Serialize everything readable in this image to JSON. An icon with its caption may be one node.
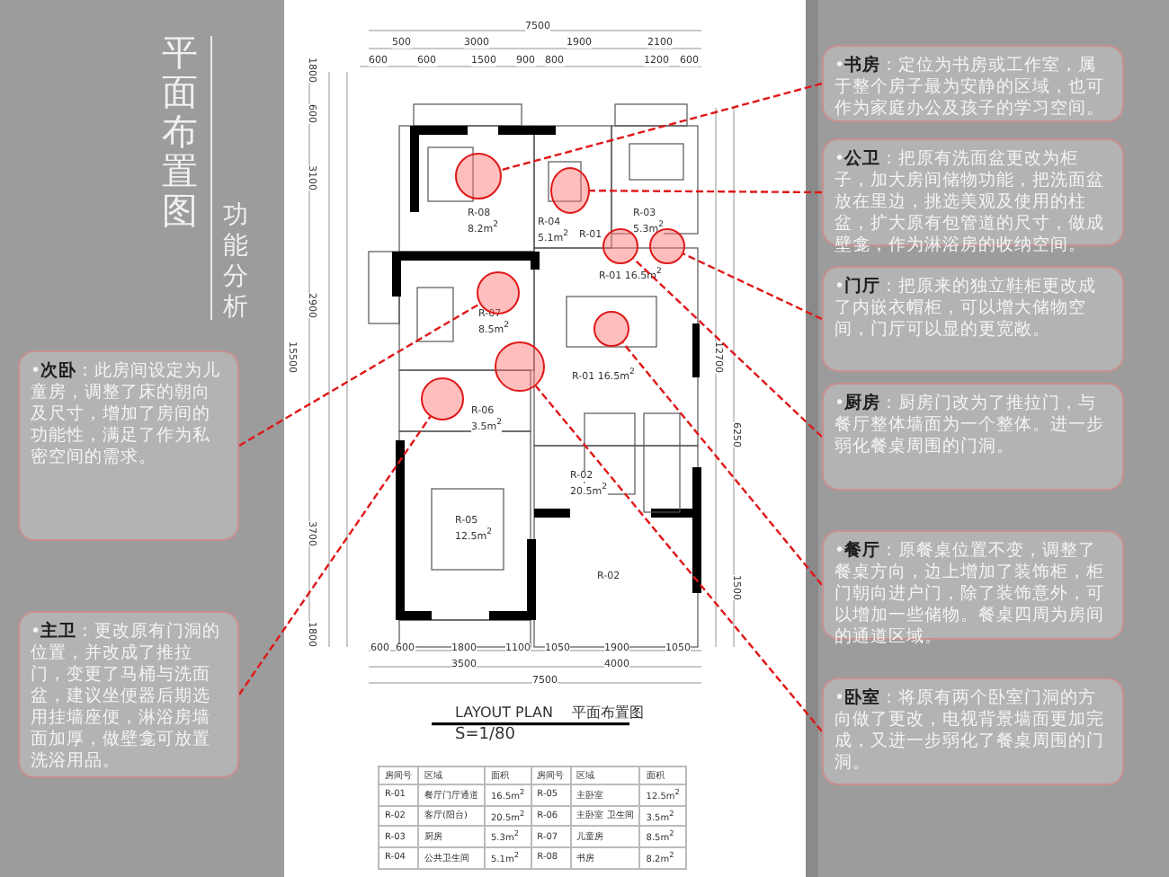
{
  "diagram": {
    "title": "平面布置图",
    "nodes": [
      {
        "text": [
          "•**次卧**：此房间设定为儿童房，调整了床的朝向及尺寸，增加了房间的功能性，满足了作为私密空间的需求。"
        ]
      },
      {
        "text": [
          "•**主卫**：更改原有门洞的位置，并改成了推拉门，变更了马桶与洗面盆，建议坐便器后期选用挂墙座便，淋浴房墙面加厚，做壁龛可放置洗浴用品。"
        ]
      },
      {
        "text": [
          "•**书房**：定位为书房或工作室，属于整个房子最为安静的区域，也可作为家庭办公及孩子的学习空间。"
        ]
      },
      {
        "text": [
          "•**公卫**：把原有洗面盆更改为柜子，加大房间储物功能，把洗面盆放在里边，挑选美观及使用的柱盆，扩大原有包管道的尺寸，做成壁龛，作为淋浴房的收纳空间。"
        ]
      },
      {
        "text": [
          "•**门厅**：把原来的独立鞋柜更改成了内嵌衣帽柜，可以增大储物空间，门厅可以显的更宽敞。"
        ]
      },
      {
        "text": [
          "•**厨房**：厨房门改为了推拉门，与餐厅整体墙面为一个整体。进一步弱化餐桌周围的门洞。"
        ]
      },
      {
        "text": [
          "•**餐厅**：原餐桌位置不变，调整了餐桌方向，边上增加了装饰柜，柜门朝向进户门，除了装饰意外，可以增加一些储物。餐桌四周为房间的通道区域。"
        ]
      },
      {
        "text": [
          "•**卧室**：将原有两个卧室门洞的方向做了更改，电视背景墙面更加完成，又进一步弱化了餐桌周围的门洞。"
        ]
      },
      {
        "text": [],
        "shape": "circle"
      },
      {
        "text": [],
        "shape": "circle"
      },
      {
        "text": [],
        "shape": "circle"
      },
      {
        "text": [],
        "shape": "circle"
      },
      {
        "text": [],
        "shape": "circle"
      },
      {
        "text": [],
        "shape": "circle"
      },
      {
        "text": [],
        "shape": "circle"
      },
      {
        "text": [],
        "shape": "circle"
      }
    ],
    "edges": [
      {
        "from": 0,
        "to": 12,
        "arrow": "none",
        "style": "dashed"
      },
      {
        "from": 1,
        "to": 15,
        "arrow": "none",
        "style": "dashed"
      },
      {
        "from": 2,
        "to": 8,
        "arrow": "none",
        "style": "dashed"
      },
      {
        "from": 3,
        "to": 9,
        "arrow": "none",
        "style": "dashed"
      },
      {
        "from": 4,
        "to": 11,
        "arrow": "none",
        "style": "dashed"
      },
      {
        "from": 5,
        "to": 10,
        "arrow": "none",
        "style": "dashed"
      },
      {
        "from": 6,
        "to": 13,
        "arrow": "none",
        "style": "dashed"
      },
      {
        "from": 7,
        "to": 14,
        "arrow": "none",
        "style": "dashed"
      }
    ],
    "labels": [
      "功能分析",
      "7500",
      "500",
      "3000",
      "1900",
      "2100",
      "600",
      "600",
      "1500",
      "900",
      "800",
      "1200",
      "600",
      "1800",
      "600",
      "3100",
      "2900",
      "3700",
      "1800",
      "15500",
      "12700",
      "6250",
      "1500",
      "600",
      "600",
      "1800",
      "1100",
      "1050",
      "1900",
      "1050",
      "3500",
      "4000",
      "7500",
      "R-08",
      "8.2m$^{2}$",
      "R-04",
      "5.1m$^{2}$",
      "R-03",
      "5.3m$^{2}$",
      "R-01",
      "R-01 16.5m$^{2}$",
      "R-07",
      "8.5m$^{2}$",
      "R-01 16.5m$^{2}$",
      "R-06",
      "3.5m$^{2}$",
      "R-05",
      "12.5m$^{2}$",
      "R-02",
      "20.5m$^{2}$",
      "R-02",
      "LAYOUT PLAN",
      "平面布置图",
      "S=1/80",
      "房间号",
      "区域",
      "面积",
      "房间号",
      "区域",
      "面积",
      "R-01",
      "餐厅门厅通道",
      "16.5m$^{2}$",
      "R-05",
      "主卧室",
      "12.5m$^{2}$",
      "R-02",
      "客厅(阳台)",
      "20.5m$^{2}$",
      "R-06",
      "主卧室 卫生间",
      "3.5m$^{2}$",
      "R-03",
      "厨房",
      "5.3m$^{2}$",
      "R-07",
      "儿童房",
      "8.5m$^{2}$",
      "R-04",
      "公共卫生间",
      "5.1m$^{2}$",
      "R-08",
      "书房",
      "8.2m$^{2}$"
    ]
  }
}
